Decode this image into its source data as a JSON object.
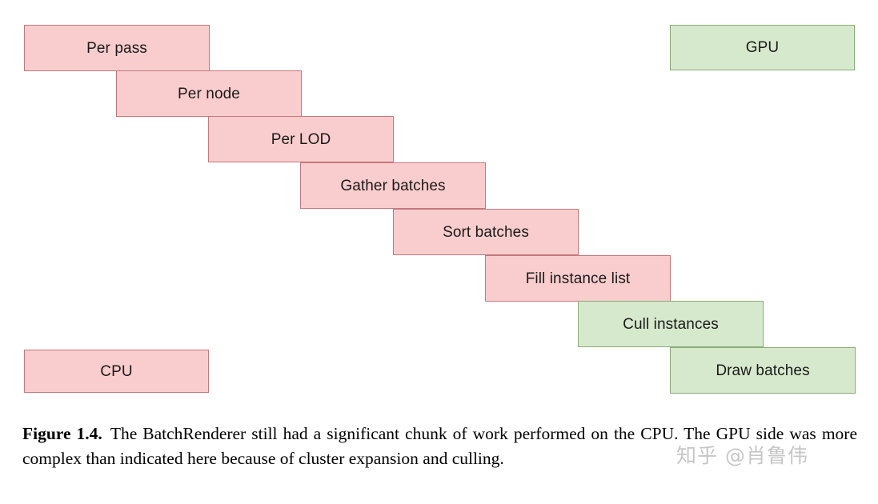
{
  "figure": {
    "legend": [
      {
        "id": "cpu-legend",
        "label": "CPU",
        "kind": "cpu"
      },
      {
        "id": "gpu-legend",
        "label": "GPU",
        "kind": "gpu"
      }
    ],
    "stages": [
      {
        "id": "per-pass",
        "label": "Per pass",
        "kind": "cpu"
      },
      {
        "id": "per-node",
        "label": "Per node",
        "kind": "cpu"
      },
      {
        "id": "per-lod",
        "label": "Per LOD",
        "kind": "cpu"
      },
      {
        "id": "gather-batches",
        "label": "Gather batches",
        "kind": "cpu"
      },
      {
        "id": "sort-batches",
        "label": "Sort batches",
        "kind": "cpu"
      },
      {
        "id": "fill-instance-list",
        "label": "Fill instance list",
        "kind": "cpu"
      },
      {
        "id": "cull-instances",
        "label": "Cull instances",
        "kind": "gpu"
      },
      {
        "id": "draw-batches",
        "label": "Draw batches",
        "kind": "gpu"
      }
    ],
    "colors": {
      "cpu_fill": "#f9cdcd",
      "cpu_border": "#c4797d",
      "gpu_fill": "#d7e9cd",
      "gpu_border": "#8aab78",
      "text": "#1a1a1a",
      "background": "#ffffff"
    }
  },
  "caption": {
    "label": "Figure 1.4.",
    "text": "The BatchRenderer still had a significant chunk of work performed on the CPU. The GPU side was more complex than indicated here because of cluster expansion and culling."
  },
  "watermark": {
    "text": "知乎 @肖鲁伟"
  }
}
